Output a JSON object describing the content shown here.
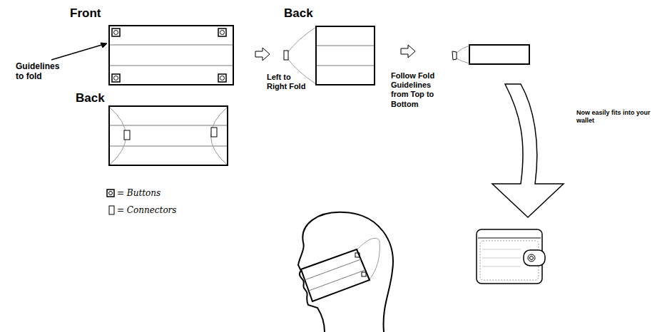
{
  "diagram": {
    "nodes": [
      {
        "text": [
          "Front"
        ]
      },
      {
        "text": [
          "Back"
        ]
      },
      {
        "text": [
          "Back"
        ]
      }
    ],
    "labels": [
      "Guidelines to fold",
      "Left to Right Fold",
      "Follow Fold Guidelines from Top to Bottom",
      "Now easily fits into your wallet"
    ],
    "legend": [
      {
        "text": "= Buttons"
      },
      {
        "text": "= Connectors"
      }
    ]
  }
}
